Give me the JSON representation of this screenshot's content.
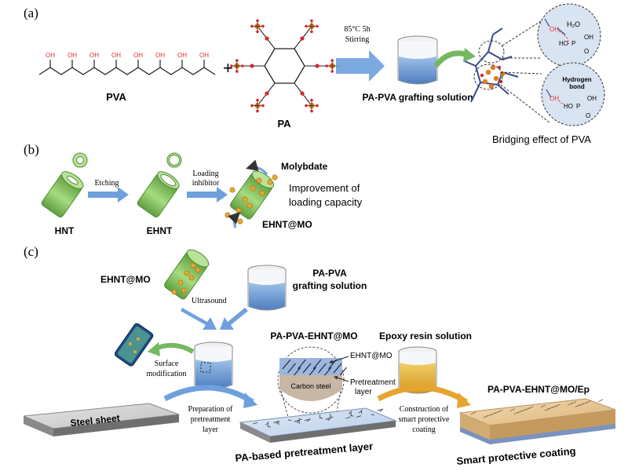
{
  "panels": {
    "a": {
      "label": "(a)",
      "pva_label": "PVA",
      "oh": "OH",
      "plus": "+",
      "pa_label": "PA",
      "conditions_line1": "85°C 5h",
      "conditions_line2": "Stirring",
      "solution_label": "PA-PVA grafting solution",
      "h2o_label": "H₂O",
      "oh_short": "OH",
      "ho_short": "HO",
      "p_short": "P",
      "o_short": "O",
      "hbond_line1": "Hydrogen",
      "hbond_line2": "bond",
      "bridging_caption": "Bridging effect of PVA"
    },
    "b": {
      "label": "(b)",
      "hnt": "HNT",
      "etching": "Etching",
      "ehnt": "EHNT",
      "loading_line1": "Loading",
      "loading_line2": "inhibitor",
      "molybdate": "Molybdate",
      "ehnt_mo": "EHNT@MO",
      "improvement_line1": "Improvement of",
      "improvement_line2": "loading capacity"
    },
    "c": {
      "label": "(c)",
      "ehnt_mo": "EHNT@MO",
      "papva_line1": "PA-PVA",
      "papva_line2": "grafting solution",
      "ultrasound": "Ultrasound",
      "surface_line1": "Surface",
      "surface_line2": "modification",
      "papva_ehnt_mo": "PA-PVA-EHNT@MO",
      "ehnt_mo_small": "EHNT@MO",
      "carbon_steel": "Carbon steel",
      "pretreat_line1": "Pretreatment",
      "pretreat_line2": "layer",
      "epoxy": "Epoxy resin solution",
      "prep_line1": "Preparation of",
      "prep_line2": "pretreatment",
      "prep_line3": "layer",
      "construct_line1": "Construction of",
      "construct_line2": "smart protective",
      "construct_line3": "coating",
      "final_product": "PA-PVA-EHNT@MO/Ep",
      "steel_sheet": "Steel sheet",
      "pa_layer": "PA-based pretreatment layer",
      "smart_coating": "Smart protective coating"
    }
  },
  "colors": {
    "phosphorus": "#e07b20",
    "oxygen": "#d8262e",
    "hydroxyl": "#e8322c",
    "bond": "#222222",
    "blue_arrow": "#6fa0de",
    "green_arrow": "#74b860",
    "orange_arrow": "#e5a530",
    "tube_green": "#8fcf6a",
    "tube_dark": "#5ea03e",
    "particle": "#e8a630",
    "steel": "#a8a8a8",
    "blue_solution": "#6f9ed6",
    "yellow_solution": "#e2b43c",
    "coating": "#e8c48e",
    "zoom_fill": "#d8e4f2"
  }
}
